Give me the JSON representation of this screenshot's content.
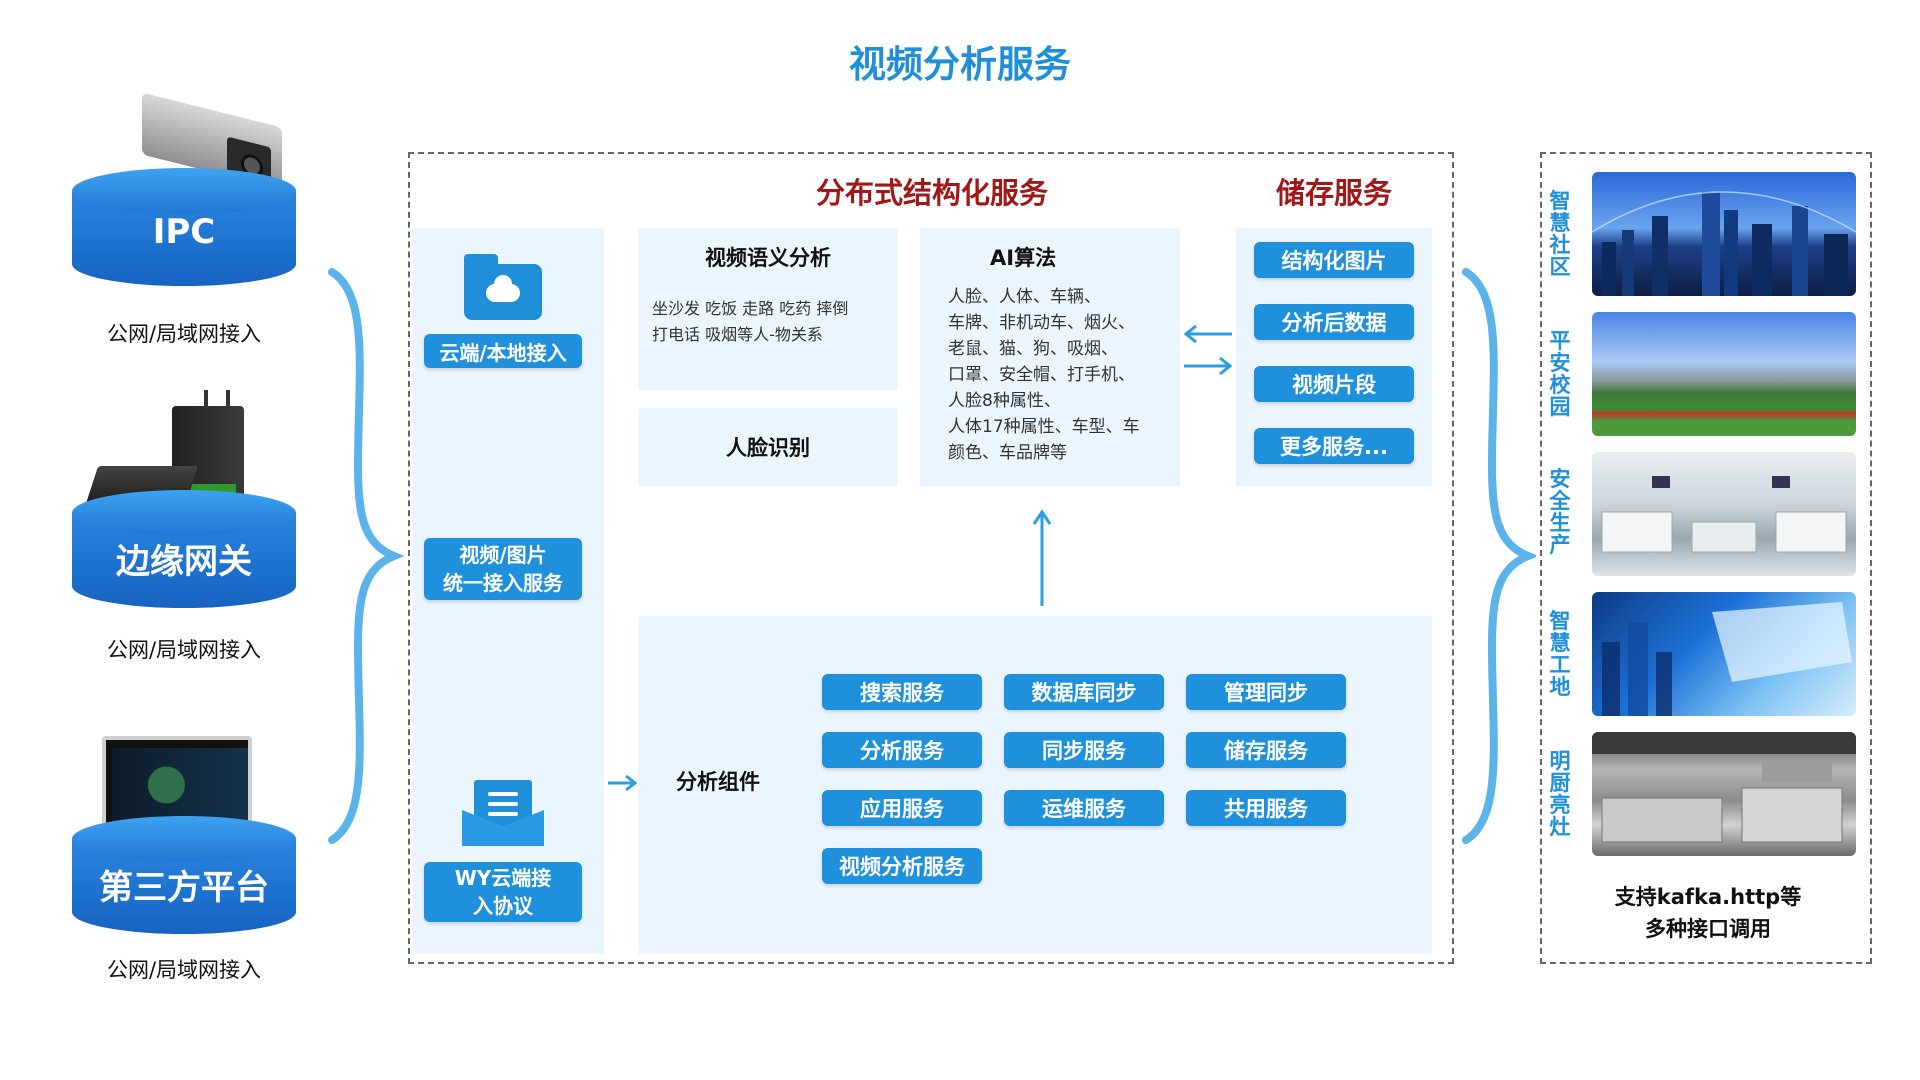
{
  "title": "视频分析服务",
  "sources": [
    {
      "label": "IPC",
      "net": "公网/局域网接入",
      "icon": "ip-camera-icon"
    },
    {
      "label": "边缘网关",
      "net": "公网/局域网接入",
      "icon": "edge-gateway-icon"
    },
    {
      "label": "第三方平台",
      "net": "公网/局域网接入",
      "icon": "monitor-icon"
    }
  ],
  "sections": {
    "distributed": "分布式结构化服务",
    "storage": "储存服务"
  },
  "access": {
    "cloud_local": "云端/本地接入",
    "unified_line1": "视频/图片",
    "unified_line2": "统一接入服务",
    "wy_line1": "WY云端接",
    "wy_line2": "入协议"
  },
  "semantic": {
    "title": "视频语义分析",
    "line1": "坐沙发 吃饭 走路 吃药 摔倒",
    "line2": "打电话 吸烟等人-物关系"
  },
  "face": {
    "title": "人脸识别"
  },
  "ai": {
    "title": "AI算法",
    "lines": [
      "人脸、人体、车辆、",
      "车牌、非机动车、烟火、",
      "老鼠、猫、狗、吸烟、",
      "口罩、安全帽、打手机、",
      "人脸8种属性、",
      "人体17种属性、车型、车",
      "颜色、车品牌等"
    ]
  },
  "storage_items": [
    "结构化图片",
    "分析后数据",
    "视频片段",
    "更多服务..."
  ],
  "components": {
    "label": "分析组件",
    "items": [
      "搜索服务",
      "数据库同步",
      "管理同步",
      "分析服务",
      "同步服务",
      "储存服务",
      "应用服务",
      "运维服务",
      "共用服务",
      "视频分析服务"
    ]
  },
  "scenes": [
    {
      "label": "智慧社区",
      "chars": [
        "智",
        "慧",
        "社",
        "区"
      ]
    },
    {
      "label": "平安校园",
      "chars": [
        "平",
        "安",
        "校",
        "园"
      ]
    },
    {
      "label": "安全生产",
      "chars": [
        "安",
        "全",
        "生",
        "产"
      ]
    },
    {
      "label": "智慧工地",
      "chars": [
        "智",
        "慧",
        "工",
        "地"
      ]
    },
    {
      "label": "明厨亮灶",
      "chars": [
        "明",
        "厨",
        "亮",
        "灶"
      ]
    }
  ],
  "support_line1": "支持kafka.http等",
  "support_line2": "多种接口调用",
  "colors": {
    "accent": "#1f90db",
    "title": "#1e8fd8",
    "section": "#a01818",
    "panel": "#eaf5fd"
  }
}
